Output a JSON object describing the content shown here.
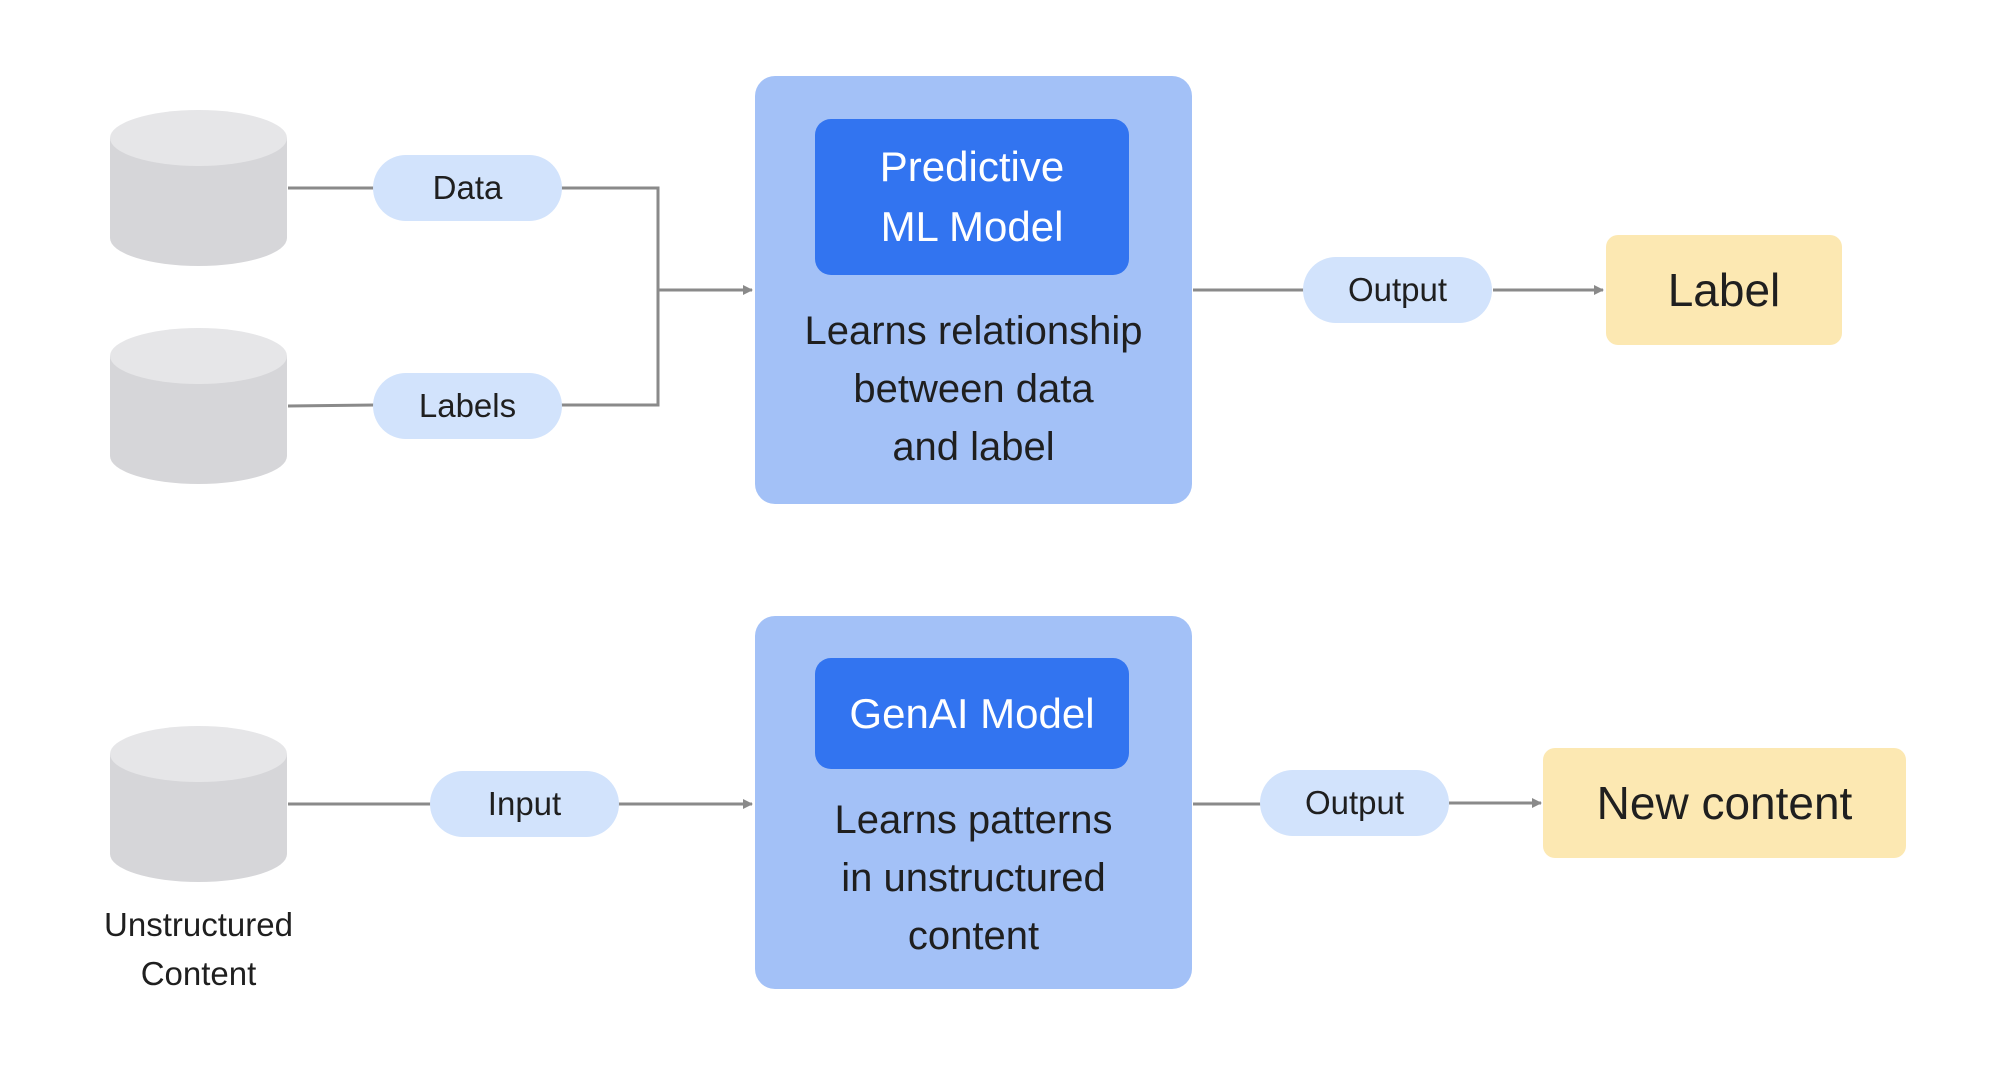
{
  "predictive": {
    "sources": [
      {
        "icon": "database-icon",
        "pill": "Data"
      },
      {
        "icon": "database-icon",
        "pill": "Labels"
      }
    ],
    "model_title": "Predictive\nML Model",
    "description": "Learns relationship\nbetween data\nand label",
    "output_pill": "Output",
    "result": "Label"
  },
  "genai": {
    "source": {
      "icon": "database-icon",
      "caption": "Unstructured\nContent",
      "pill": "Input"
    },
    "model_title": "GenAI Model",
    "description": "Learns patterns\nin unstructured\ncontent",
    "output_pill": "Output",
    "result": "New content"
  },
  "colors": {
    "panel": "#a3c1f7",
    "model": "#3274f0",
    "pill": "#d2e3fc",
    "result": "#fce8b2",
    "database": "#d6d6d9",
    "connector": "#8a8a8a"
  }
}
